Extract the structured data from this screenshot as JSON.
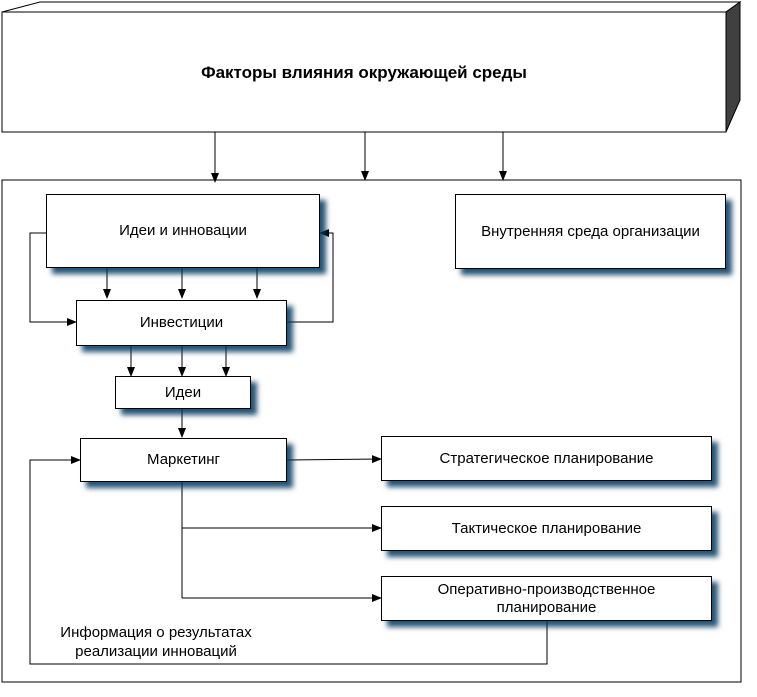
{
  "environment": {
    "title": "Факторы влияния окружающей среды"
  },
  "nodes": {
    "ideas_innovations": "Идеи и инновации",
    "internal_environment": "Внутренняя среда организации",
    "investments": "Инвестиции",
    "ideas": "Идеи",
    "marketing": "Маркетинг",
    "strategic_planning": "Стратегическое планирование",
    "tactical_planning": "Тактическое планирование",
    "operational_planning": "Оперативно-производственное планирование"
  },
  "feedback_label": "Информация о результатах реализации инноваций"
}
